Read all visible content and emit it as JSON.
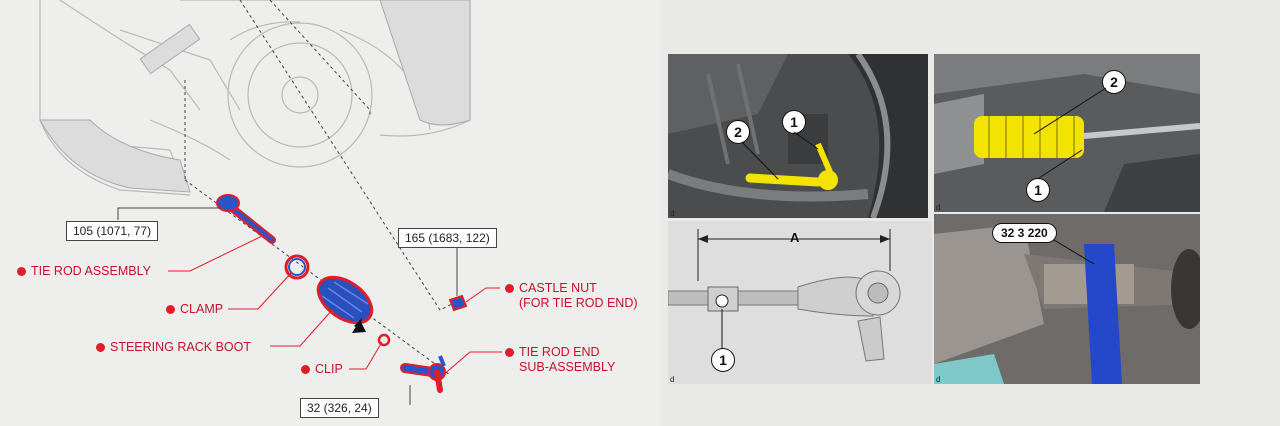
{
  "torques": {
    "t105": "105 (1071, 77)",
    "t165": "165 (1683, 122)",
    "t32": "32 (326, 24)"
  },
  "parts": {
    "tie_rod_assembly": "TIE ROD ASSEMBLY",
    "clamp": "CLAMP",
    "steering_rack_boot": "STEERING RACK BOOT",
    "clip": "CLIP",
    "castle_nut_line1": "CASTLE NUT",
    "castle_nut_line2": "(FOR TIE ROD END)",
    "tie_rod_end_line1": "TIE ROD END",
    "tie_rod_end_line2": "SUB-ASSEMBLY"
  },
  "photos": {
    "p1": {
      "c1": "1",
      "c2": "2",
      "corner": "d"
    },
    "p2": {
      "c1": "1",
      "c2": "2",
      "corner": "d"
    },
    "p3": {
      "c1": "1",
      "dim": "A",
      "corner": "d"
    },
    "p4": {
      "tool": "32 3 220",
      "corner": "d"
    }
  },
  "colors": {
    "label_red": "#c8102e",
    "part_blue": "#1f3fa8",
    "highlight_yellow": "#f2e400"
  }
}
